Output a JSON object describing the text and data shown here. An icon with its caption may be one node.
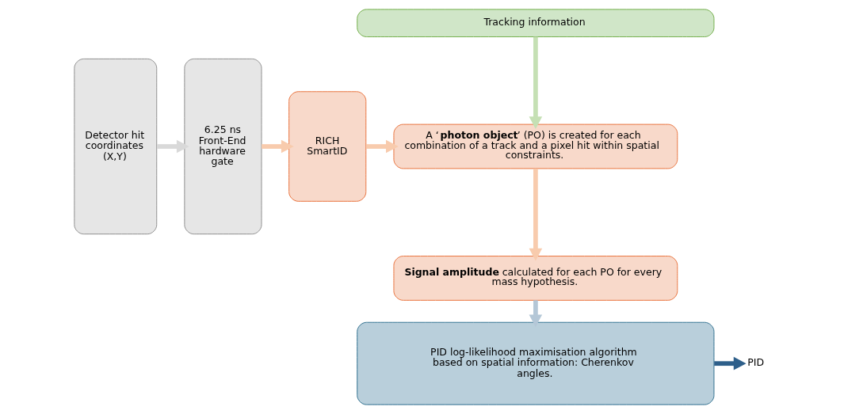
{
  "diagram": {
    "nodes": [
      {
        "text": [
          "Detector hit coordinates (X,Y)"
        ]
      },
      {
        "text": [
          "6.25 ns Front-End hardware gate"
        ]
      },
      {
        "text": [
          "RICH SmartID"
        ]
      },
      {
        "text": [
          "Tracking information"
        ]
      },
      {
        "text": [
          "A ‘**photon object**’ (PO) is created for each combination of a track and a pixel hit within spatial constraints."
        ]
      },
      {
        "text": [
          "**Signal amplitude** calculated for each PO for every mass hypothesis."
        ]
      },
      {
        "text": [
          "PID log-likelihood maximisation algorithm based on spatial information: Cherenkov angles."
        ]
      },
      {
        "text": [
          "PID"
        ]
      }
    ],
    "edges": [
      {
        "from": 0,
        "to": 1,
        "arrow": "to",
        "color": "#d9d9d9"
      },
      {
        "from": 1,
        "to": 2,
        "arrow": "to",
        "color": "#f8cbad"
      },
      {
        "from": 2,
        "to": 4,
        "arrow": "to",
        "color": "#f8cbad"
      },
      {
        "from": 3,
        "to": 4,
        "arrow": "to",
        "color": "#c5e0b4"
      },
      {
        "from": 4,
        "to": 5,
        "arrow": "to",
        "color": "#f8cbad"
      },
      {
        "from": 5,
        "to": 6,
        "arrow": "to",
        "color": "#b4c7d7"
      },
      {
        "from": 6,
        "to": 7,
        "arrow": "to",
        "color": "#2e5f8a"
      }
    ]
  }
}
